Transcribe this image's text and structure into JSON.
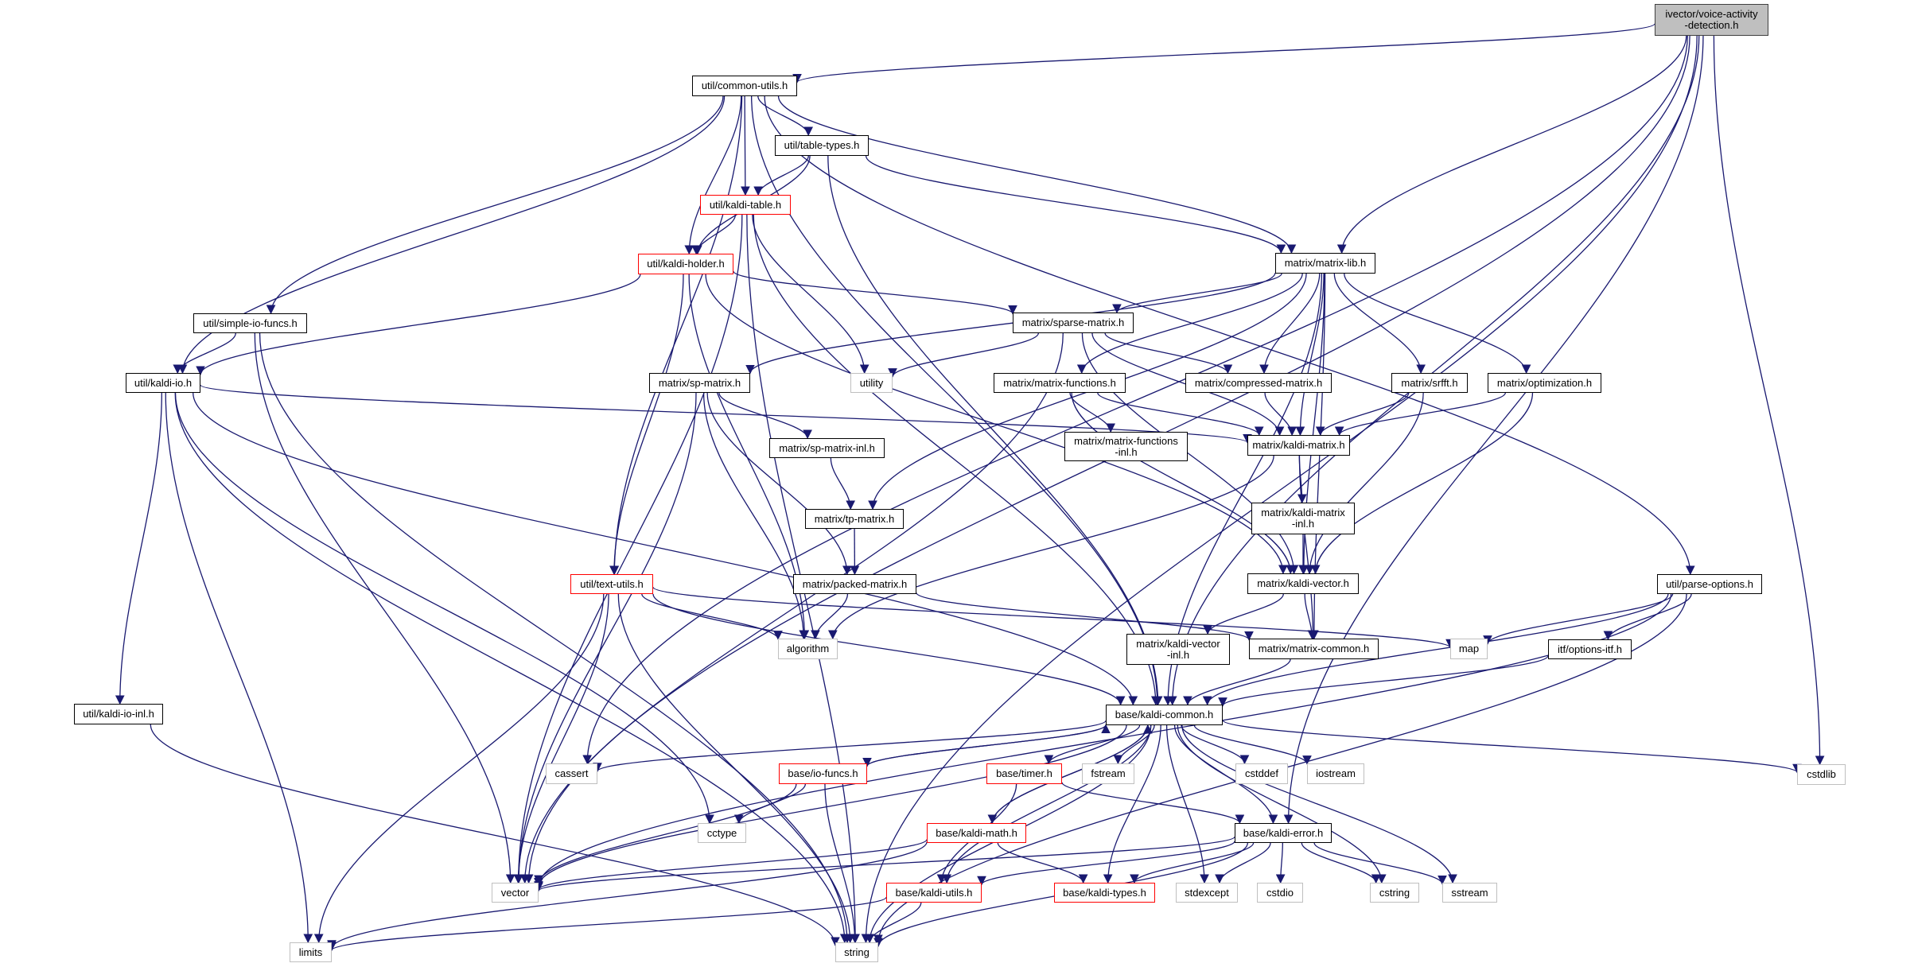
{
  "graph": {
    "title": "ivector/voice-activity-detection.h include dependency graph",
    "colors": {
      "edge": "#191970",
      "project_border": "#000000",
      "truncated_border": "#ff0000",
      "external_border": "#bfbfbf",
      "root_fill": "#bfbfbf"
    },
    "nodes": [
      {
        "id": "root",
        "label": "ivector/voice-activity\n-detection.h",
        "kind": "root"
      },
      {
        "id": "common_utils",
        "label": "util/common-utils.h",
        "kind": "project"
      },
      {
        "id": "table_types",
        "label": "util/table-types.h",
        "kind": "project"
      },
      {
        "id": "kaldi_table",
        "label": "util/kaldi-table.h",
        "kind": "truncated"
      },
      {
        "id": "kaldi_holder",
        "label": "util/kaldi-holder.h",
        "kind": "truncated"
      },
      {
        "id": "simple_io_funcs",
        "label": "util/simple-io-funcs.h",
        "kind": "project"
      },
      {
        "id": "kaldi_io",
        "label": "util/kaldi-io.h",
        "kind": "project"
      },
      {
        "id": "kaldi_io_inl",
        "label": "util/kaldi-io-inl.h",
        "kind": "project"
      },
      {
        "id": "text_utils",
        "label": "util/text-utils.h",
        "kind": "truncated"
      },
      {
        "id": "parse_options",
        "label": "util/parse-options.h",
        "kind": "project"
      },
      {
        "id": "options_itf",
        "label": "itf/options-itf.h",
        "kind": "project"
      },
      {
        "id": "matrix_lib",
        "label": "matrix/matrix-lib.h",
        "kind": "project"
      },
      {
        "id": "sparse_matrix",
        "label": "matrix/sparse-matrix.h",
        "kind": "project"
      },
      {
        "id": "sp_matrix",
        "label": "matrix/sp-matrix.h",
        "kind": "project"
      },
      {
        "id": "sp_matrix_inl",
        "label": "matrix/sp-matrix-inl.h",
        "kind": "project"
      },
      {
        "id": "tp_matrix",
        "label": "matrix/tp-matrix.h",
        "kind": "project"
      },
      {
        "id": "packed_matrix",
        "label": "matrix/packed-matrix.h",
        "kind": "project"
      },
      {
        "id": "matrix_functions",
        "label": "matrix/matrix-functions.h",
        "kind": "project"
      },
      {
        "id": "matrix_functions_inl",
        "label": "matrix/matrix-functions\n-inl.h",
        "kind": "project"
      },
      {
        "id": "compressed_matrix",
        "label": "matrix/compressed-matrix.h",
        "kind": "project"
      },
      {
        "id": "srfft",
        "label": "matrix/srfft.h",
        "kind": "project"
      },
      {
        "id": "optimization",
        "label": "matrix/optimization.h",
        "kind": "project"
      },
      {
        "id": "kaldi_matrix",
        "label": "matrix/kaldi-matrix.h",
        "kind": "project"
      },
      {
        "id": "kaldi_matrix_inl",
        "label": "matrix/kaldi-matrix\n-inl.h",
        "kind": "project"
      },
      {
        "id": "kaldi_vector",
        "label": "matrix/kaldi-vector.h",
        "kind": "project"
      },
      {
        "id": "kaldi_vector_inl",
        "label": "matrix/kaldi-vector\n-inl.h",
        "kind": "project"
      },
      {
        "id": "matrix_common",
        "label": "matrix/matrix-common.h",
        "kind": "project"
      },
      {
        "id": "kaldi_common",
        "label": "base/kaldi-common.h",
        "kind": "project"
      },
      {
        "id": "io_funcs",
        "label": "base/io-funcs.h",
        "kind": "truncated"
      },
      {
        "id": "timer",
        "label": "base/timer.h",
        "kind": "truncated"
      },
      {
        "id": "kaldi_math",
        "label": "base/kaldi-math.h",
        "kind": "truncated"
      },
      {
        "id": "kaldi_utils",
        "label": "base/kaldi-utils.h",
        "kind": "truncated"
      },
      {
        "id": "kaldi_types",
        "label": "base/kaldi-types.h",
        "kind": "truncated"
      },
      {
        "id": "kaldi_error",
        "label": "base/kaldi-error.h",
        "kind": "project"
      },
      {
        "id": "utility",
        "label": "utility",
        "kind": "external"
      },
      {
        "id": "algorithm",
        "label": "algorithm",
        "kind": "external"
      },
      {
        "id": "map",
        "label": "map",
        "kind": "external"
      },
      {
        "id": "cassert",
        "label": "cassert",
        "kind": "external"
      },
      {
        "id": "cctype",
        "label": "cctype",
        "kind": "external"
      },
      {
        "id": "fstream",
        "label": "fstream",
        "kind": "external"
      },
      {
        "id": "cstddef",
        "label": "cstddef",
        "kind": "external"
      },
      {
        "id": "iostream",
        "label": "iostream",
        "kind": "external"
      },
      {
        "id": "cstdlib",
        "label": "cstdlib",
        "kind": "external"
      },
      {
        "id": "vector",
        "label": "vector",
        "kind": "external"
      },
      {
        "id": "stdexcept",
        "label": "stdexcept",
        "kind": "external"
      },
      {
        "id": "cstdio",
        "label": "cstdio",
        "kind": "external"
      },
      {
        "id": "cstring",
        "label": "cstring",
        "kind": "external"
      },
      {
        "id": "sstream",
        "label": "sstream",
        "kind": "external"
      },
      {
        "id": "limits",
        "label": "limits",
        "kind": "external"
      },
      {
        "id": "string",
        "label": "string",
        "kind": "external"
      }
    ],
    "edges": [
      [
        "root",
        "common_utils"
      ],
      [
        "root",
        "matrix_lib"
      ],
      [
        "root",
        "kaldi_common"
      ],
      [
        "root",
        "kaldi_error"
      ],
      [
        "root",
        "cstdlib"
      ],
      [
        "root",
        "vector"
      ],
      [
        "root",
        "string"
      ],
      [
        "root",
        "cassert"
      ],
      [
        "common_utils",
        "table_types"
      ],
      [
        "common_utils",
        "kaldi_table"
      ],
      [
        "common_utils",
        "kaldi_holder"
      ],
      [
        "common_utils",
        "simple_io_funcs"
      ],
      [
        "common_utils",
        "kaldi_io"
      ],
      [
        "common_utils",
        "text_utils"
      ],
      [
        "common_utils",
        "parse_options"
      ],
      [
        "common_utils",
        "kaldi_common"
      ],
      [
        "common_utils",
        "matrix_lib"
      ],
      [
        "table_types",
        "kaldi_table"
      ],
      [
        "table_types",
        "kaldi_holder"
      ],
      [
        "table_types",
        "matrix_lib"
      ],
      [
        "table_types",
        "kaldi_common"
      ],
      [
        "kaldi_table",
        "kaldi_holder"
      ],
      [
        "kaldi_table",
        "utility"
      ],
      [
        "kaldi_table",
        "vector"
      ],
      [
        "kaldi_table",
        "string"
      ],
      [
        "kaldi_table",
        "kaldi_common"
      ],
      [
        "kaldi_holder",
        "kaldi_io"
      ],
      [
        "kaldi_holder",
        "text_utils"
      ],
      [
        "kaldi_holder",
        "sparse_matrix"
      ],
      [
        "kaldi_holder",
        "algorithm"
      ],
      [
        "kaldi_holder",
        "kaldi_vector"
      ],
      [
        "simple_io_funcs",
        "kaldi_io"
      ],
      [
        "simple_io_funcs",
        "vector"
      ],
      [
        "simple_io_funcs",
        "string"
      ],
      [
        "kaldi_io",
        "kaldi_io_inl"
      ],
      [
        "kaldi_io",
        "kaldi_matrix"
      ],
      [
        "kaldi_io",
        "kaldi_common"
      ],
      [
        "kaldi_io",
        "cctype"
      ],
      [
        "kaldi_io",
        "limits"
      ],
      [
        "kaldi_io",
        "string"
      ],
      [
        "kaldi_io_inl",
        "string"
      ],
      [
        "text_utils",
        "kaldi_common"
      ],
      [
        "text_utils",
        "algorithm"
      ],
      [
        "text_utils",
        "map"
      ],
      [
        "text_utils",
        "vector"
      ],
      [
        "text_utils",
        "limits"
      ],
      [
        "text_utils",
        "string"
      ],
      [
        "parse_options",
        "options_itf"
      ],
      [
        "parse_options",
        "map"
      ],
      [
        "parse_options",
        "kaldi_common"
      ],
      [
        "parse_options",
        "vector"
      ],
      [
        "parse_options",
        "string"
      ],
      [
        "options_itf",
        "kaldi_common"
      ],
      [
        "matrix_lib",
        "sparse_matrix"
      ],
      [
        "matrix_lib",
        "sp_matrix"
      ],
      [
        "matrix_lib",
        "tp_matrix"
      ],
      [
        "matrix_lib",
        "matrix_functions"
      ],
      [
        "matrix_lib",
        "compressed_matrix"
      ],
      [
        "matrix_lib",
        "srfft"
      ],
      [
        "matrix_lib",
        "optimization"
      ],
      [
        "matrix_lib",
        "kaldi_matrix"
      ],
      [
        "matrix_lib",
        "kaldi_vector"
      ],
      [
        "matrix_lib",
        "matrix_common"
      ],
      [
        "matrix_lib",
        "kaldi_common"
      ],
      [
        "sparse_matrix",
        "utility"
      ],
      [
        "sparse_matrix",
        "compressed_matrix"
      ],
      [
        "sparse_matrix",
        "kaldi_matrix"
      ],
      [
        "sparse_matrix",
        "kaldi_vector"
      ],
      [
        "sparse_matrix",
        "vector"
      ],
      [
        "sp_matrix",
        "sp_matrix_inl"
      ],
      [
        "sp_matrix",
        "packed_matrix"
      ],
      [
        "sp_matrix",
        "algorithm"
      ],
      [
        "sp_matrix",
        "vector"
      ],
      [
        "sp_matrix_inl",
        "tp_matrix"
      ],
      [
        "tp_matrix",
        "packed_matrix"
      ],
      [
        "packed_matrix",
        "algorithm"
      ],
      [
        "packed_matrix",
        "matrix_common"
      ],
      [
        "matrix_functions",
        "matrix_functions_inl"
      ],
      [
        "matrix_functions",
        "kaldi_matrix"
      ],
      [
        "matrix_functions",
        "kaldi_vector"
      ],
      [
        "compressed_matrix",
        "kaldi_matrix"
      ],
      [
        "srfft",
        "kaldi_matrix"
      ],
      [
        "srfft",
        "kaldi_vector"
      ],
      [
        "optimization",
        "kaldi_matrix"
      ],
      [
        "optimization",
        "kaldi_vector"
      ],
      [
        "kaldi_matrix",
        "kaldi_matrix_inl"
      ],
      [
        "kaldi_matrix",
        "matrix_common"
      ],
      [
        "kaldi_matrix",
        "algorithm"
      ],
      [
        "kaldi_matrix_inl",
        "kaldi_vector"
      ],
      [
        "kaldi_vector",
        "kaldi_vector_inl"
      ],
      [
        "kaldi_vector",
        "matrix_common"
      ],
      [
        "matrix_common",
        "kaldi_common"
      ],
      [
        "kaldi_common",
        "io_funcs"
      ],
      [
        "kaldi_common",
        "timer"
      ],
      [
        "kaldi_common",
        "kaldi_math"
      ],
      [
        "kaldi_common",
        "kaldi_utils"
      ],
      [
        "kaldi_common",
        "kaldi_types"
      ],
      [
        "kaldi_common",
        "kaldi_error"
      ],
      [
        "kaldi_common",
        "cassert"
      ],
      [
        "kaldi_common",
        "fstream"
      ],
      [
        "kaldi_common",
        "cstddef"
      ],
      [
        "kaldi_common",
        "iostream"
      ],
      [
        "kaldi_common",
        "cstdlib"
      ],
      [
        "kaldi_common",
        "vector"
      ],
      [
        "kaldi_common",
        "stdexcept"
      ],
      [
        "kaldi_common",
        "cstring"
      ],
      [
        "kaldi_common",
        "sstream"
      ],
      [
        "kaldi_common",
        "string"
      ],
      [
        "io_funcs",
        "kaldi_common"
      ],
      [
        "io_funcs",
        "cctype"
      ],
      [
        "io_funcs",
        "vector"
      ],
      [
        "io_funcs",
        "string"
      ],
      [
        "timer",
        "kaldi_utils"
      ],
      [
        "timer",
        "kaldi_error"
      ],
      [
        "kaldi_math",
        "kaldi_common"
      ],
      [
        "kaldi_math",
        "kaldi_types"
      ],
      [
        "kaldi_math",
        "vector"
      ],
      [
        "kaldi_math",
        "limits"
      ],
      [
        "kaldi_utils",
        "limits"
      ],
      [
        "kaldi_utils",
        "string"
      ],
      [
        "kaldi_error",
        "kaldi_types"
      ],
      [
        "kaldi_error",
        "kaldi_utils"
      ],
      [
        "kaldi_error",
        "vector"
      ],
      [
        "kaldi_error",
        "stdexcept"
      ],
      [
        "kaldi_error",
        "cstdio"
      ],
      [
        "kaldi_error",
        "cstring"
      ],
      [
        "kaldi_error",
        "sstream"
      ],
      [
        "kaldi_error",
        "string"
      ]
    ]
  }
}
